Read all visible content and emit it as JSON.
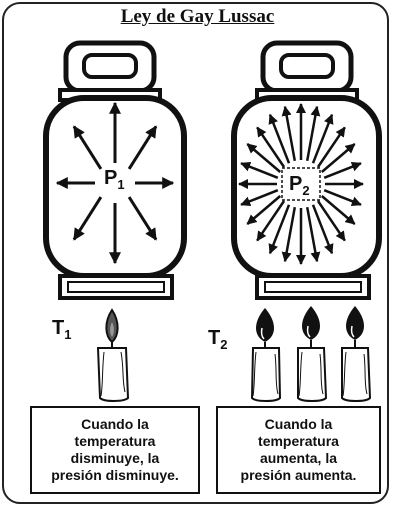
{
  "title": "Ley de Gay Lussac",
  "left": {
    "pressure_label": "P",
    "pressure_sub": "1",
    "temp_label": "T",
    "temp_sub": "1",
    "caption": "Cuando la\ntemperatura\ndisminuye, la\npresión disminuye."
  },
  "right": {
    "pressure_label": "P",
    "pressure_sub": "2",
    "temp_label": "T",
    "temp_sub": "2",
    "caption": "Cuando la\ntemperatura\naumenta, la\npresión aumenta."
  }
}
